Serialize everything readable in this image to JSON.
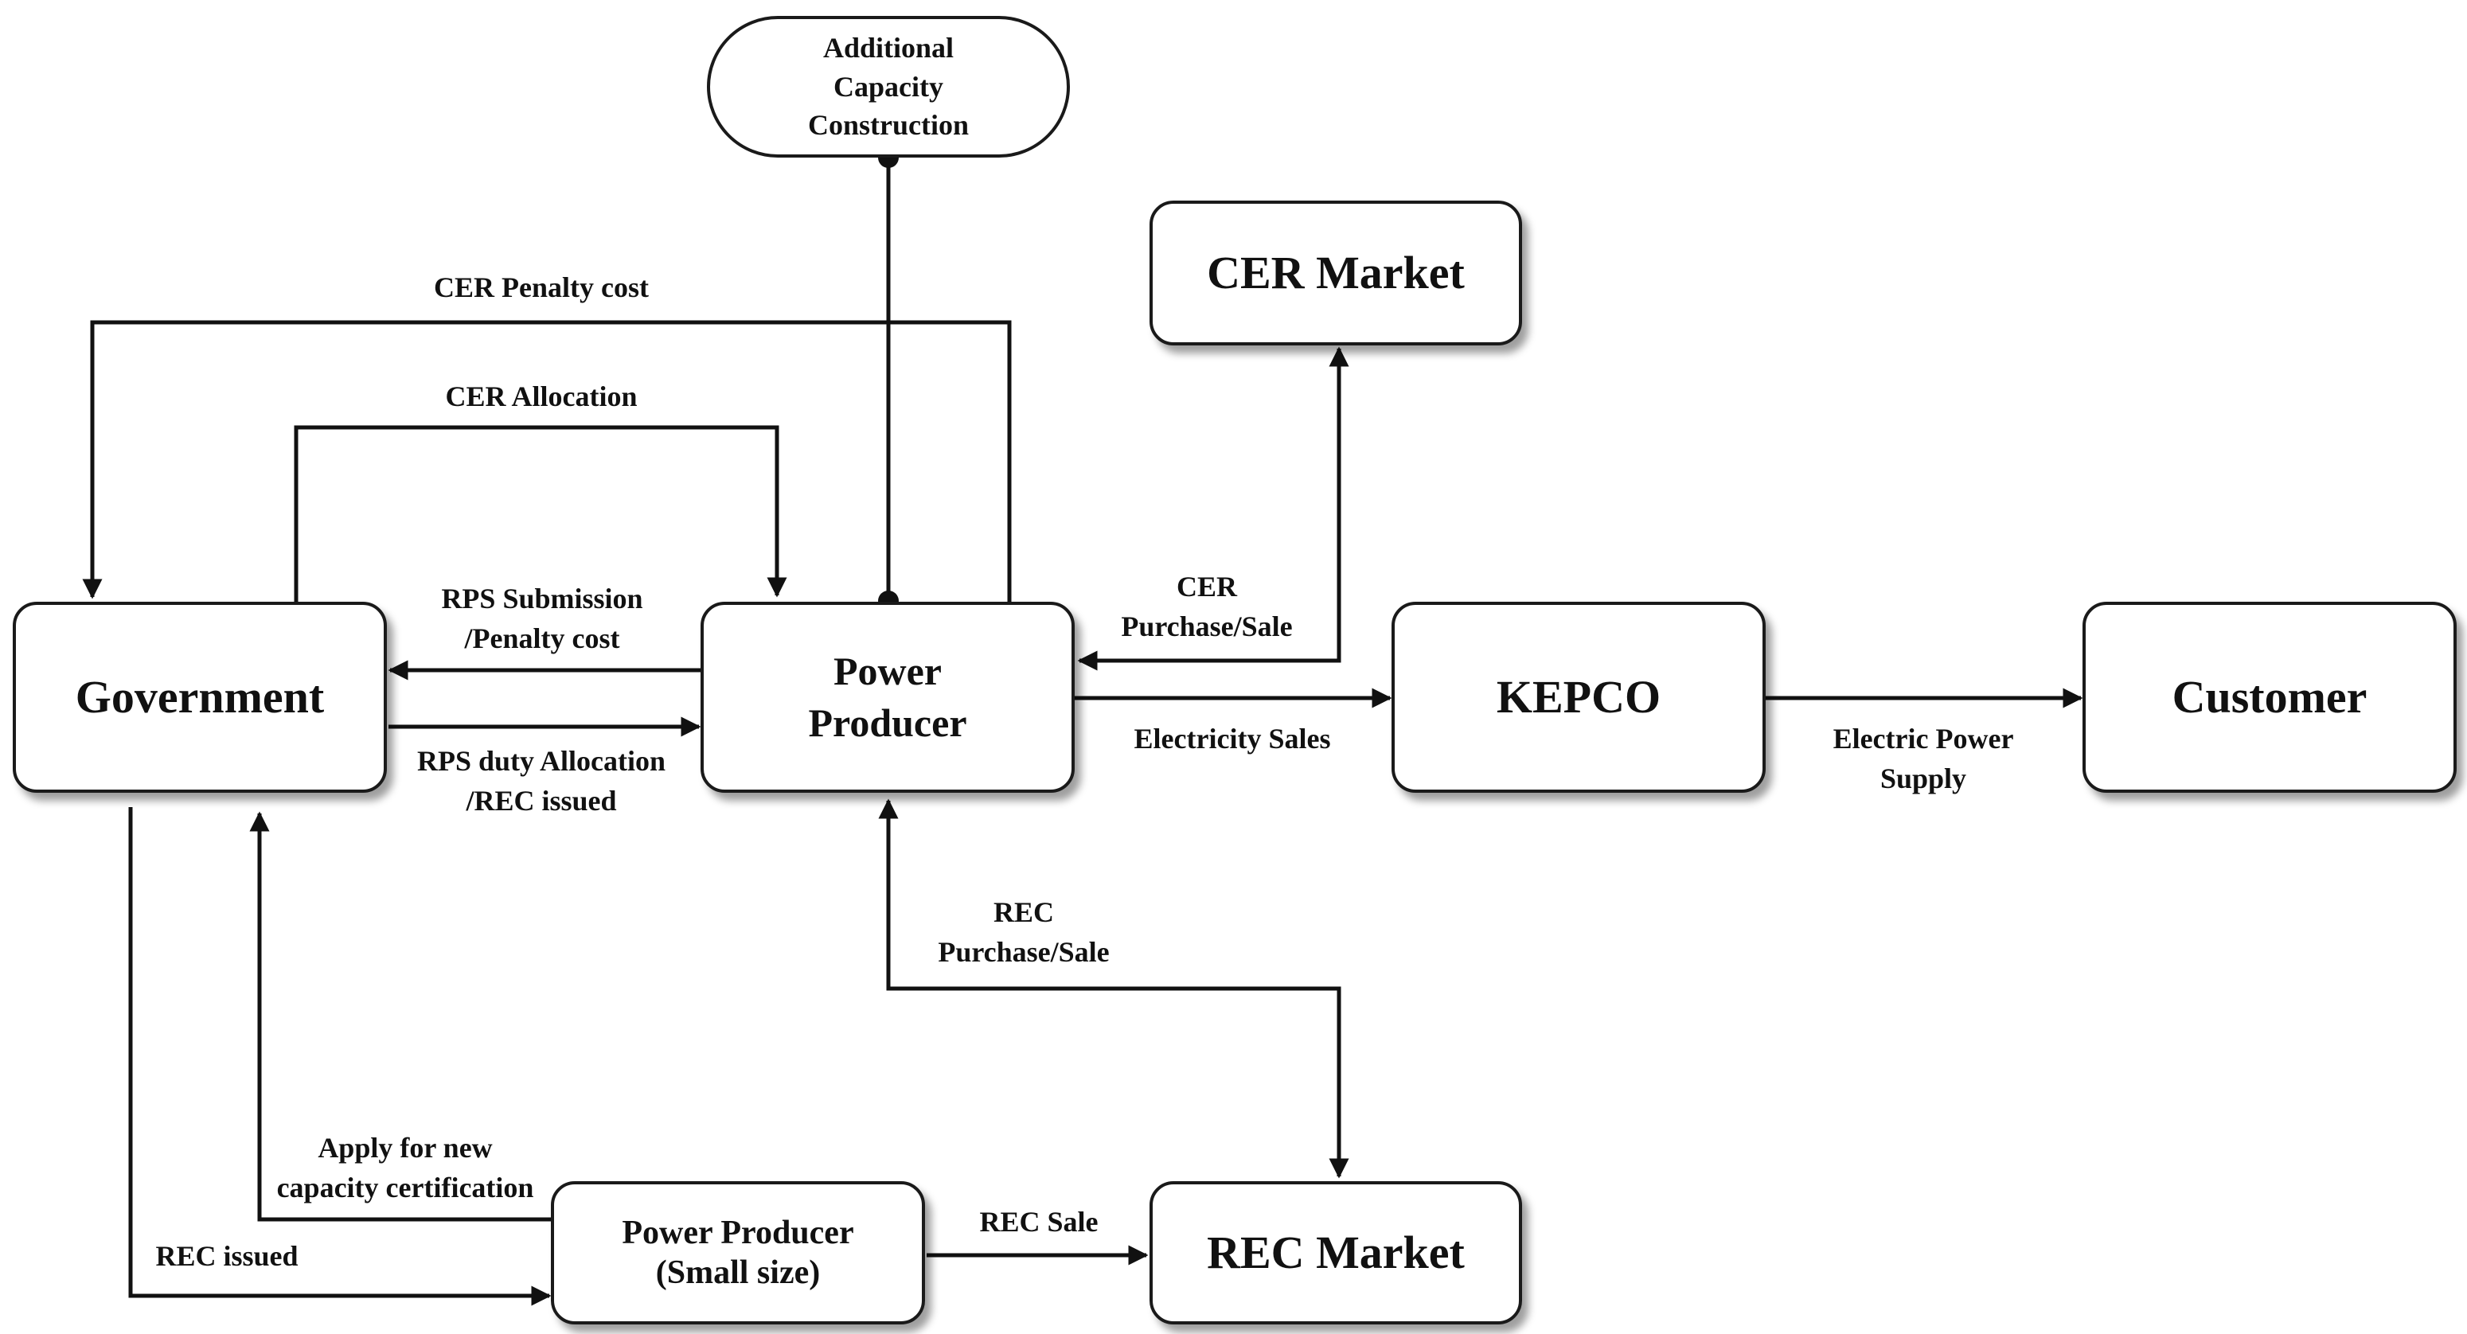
{
  "nodes": {
    "government": "Government",
    "power_producer": [
      "Power",
      "Producer"
    ],
    "kepco": "KEPCO",
    "customer": "Customer",
    "cer_market": "CER Market",
    "rec_market": "REC Market",
    "power_producer_small": [
      "Power Producer",
      "(Small size)"
    ],
    "additional_capacity": [
      "Additional",
      "Capacity",
      "Construction"
    ]
  },
  "edges": {
    "cer_penalty_cost": "CER Penalty cost",
    "cer_allocation": "CER Allocation",
    "rps_submission": [
      "RPS Submission",
      "/Penalty cost"
    ],
    "rps_duty": [
      "RPS duty Allocation",
      "/REC issued"
    ],
    "cer_purchase_sale": [
      "CER",
      "Purchase/Sale"
    ],
    "electricity_sales": "Electricity Sales",
    "electric_power_supply": [
      "Electric Power",
      "Supply"
    ],
    "rec_purchase_sale": [
      "REC",
      "Purchase/Sale"
    ],
    "apply_new_capacity": [
      "Apply for new",
      "capacity certification"
    ],
    "rec_issued": "REC issued",
    "rec_sale": "REC Sale"
  }
}
